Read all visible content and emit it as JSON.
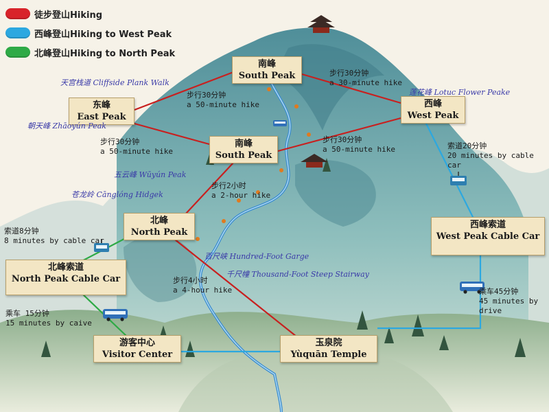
{
  "colors": {
    "hiking": "#d8232a",
    "west": "#2ca8e0",
    "north": "#2eaa46",
    "mountain": "#5f9ea8",
    "mountain_dark": "#3b7480",
    "river": "#3f8fcf",
    "sign_bg": "#f3e6c4"
  },
  "legend": [
    {
      "label": "徒步登山Hiking",
      "color": "#d8232a"
    },
    {
      "label": "西峰登山Hiking to West Peak",
      "color": "#2ca8e0"
    },
    {
      "label": "北峰登山Hiking to North Peak",
      "color": "#2eaa46"
    }
  ],
  "signs": {
    "south_top": {
      "cn": "南峰",
      "en": "South Peak"
    },
    "east": {
      "cn": "东峰",
      "en": "East Peak"
    },
    "west": {
      "cn": "西峰",
      "en": "West Peak"
    },
    "south_mid": {
      "cn": "南峰",
      "en": "South Peak"
    },
    "north": {
      "cn": "北峰",
      "en": "North Peak"
    },
    "west_cable": {
      "cn": "西峰索道",
      "en": "West Peak Cable Car"
    },
    "north_cable": {
      "cn": "北峰索道",
      "en": "North Peak Cable Car"
    },
    "visitor": {
      "cn": "游客中心",
      "en": "Visitor Center"
    },
    "yuquan": {
      "cn": "玉泉院",
      "en": "Yùquān Temple"
    }
  },
  "route_labels": {
    "top_right": {
      "cn": "步行30分钟",
      "en": "a 30-minute hike"
    },
    "top_left": {
      "cn": "步行30分钟",
      "en": "a 50-minute hike"
    },
    "mid_left": {
      "cn": "步行30分钟",
      "en": "a 50-minute hike"
    },
    "mid_right": {
      "cn": "步行30分钟",
      "en": "a 50-minute hike"
    },
    "two_hour": {
      "cn": "步行2小时",
      "en": "a 2-hour hike"
    },
    "four_hour": {
      "cn": "步行4小时",
      "en": "a 4-hour hike"
    },
    "cable_20": {
      "cn": "索道20分钟",
      "en": "20 minutes by cable car"
    },
    "cable_8": {
      "cn": "索道8分钟",
      "en": "8 minutes by cable car"
    },
    "drive_15": {
      "cn": "乘车 15分钟",
      "en": "15 minutes by caive"
    },
    "drive_45": {
      "cn": "乘车45分钟",
      "en": "45 minutes by drive"
    }
  },
  "places": {
    "cliffside": "天宫栈道 Cliffside Plank Walk",
    "lotus": "莲花峰 Lotuc Flower Peake",
    "zhaoyun": "朝天峰 Zhāoyún Peak",
    "wuyun": "五云峰 Wūyún Peak",
    "canglong": "苍龙岭 Cānglóng Hidgek",
    "hundred": "百尺峡 Hundred-Foot Garge",
    "thousand": "千尺幢 Thousand-Foot Steep Stairway"
  }
}
